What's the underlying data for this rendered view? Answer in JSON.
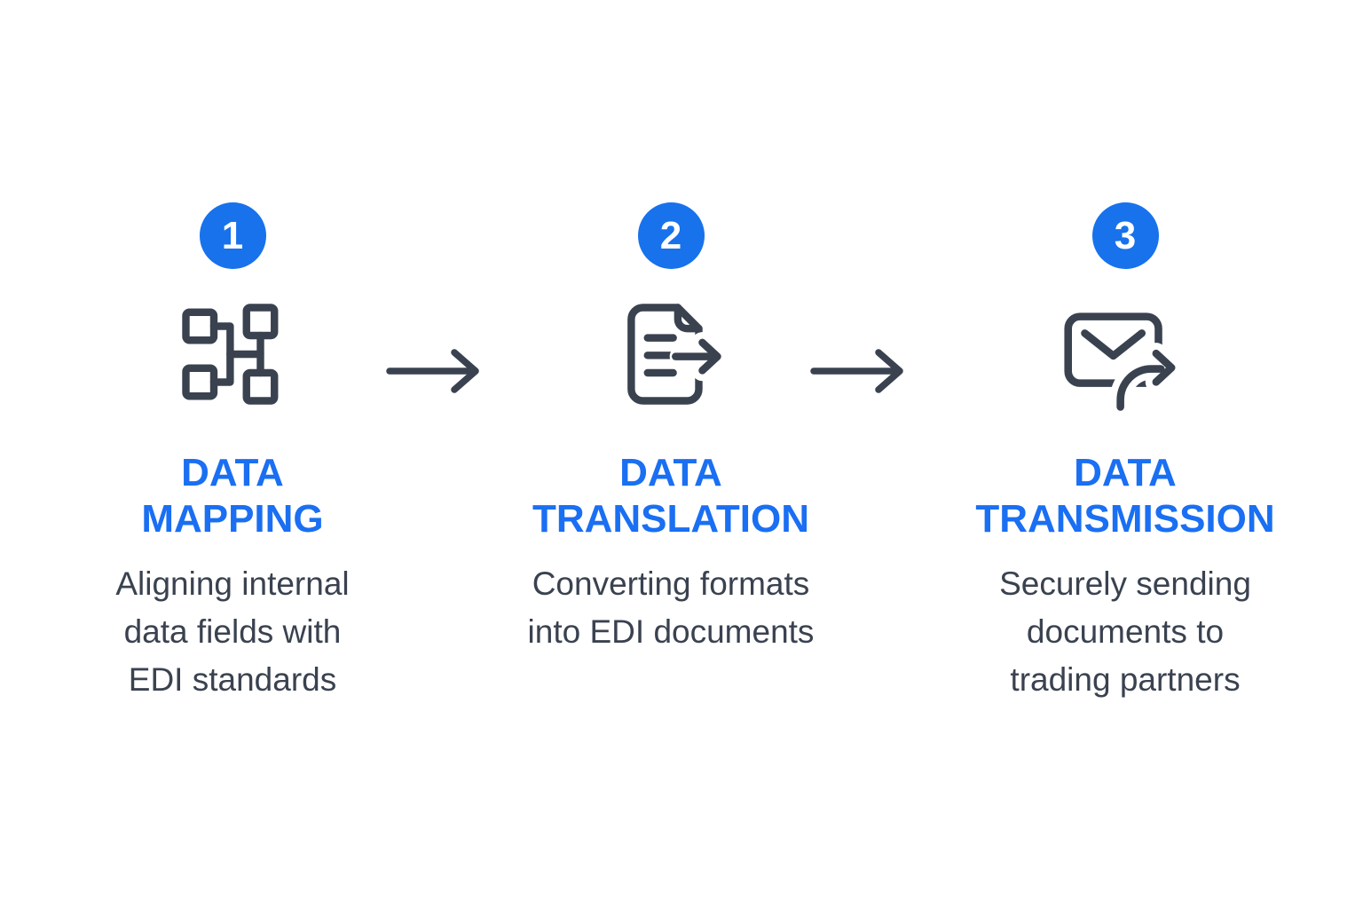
{
  "background": "#ffffff",
  "colors": {
    "accent_badge": "#1772ec",
    "accent_title": "#1a6ff2",
    "ink": "#3a4250",
    "badge_text": "#ffffff"
  },
  "steps": [
    {
      "number": "1",
      "title": "DATA\nMAPPING",
      "description": "Aligning internal\ndata fields with\nEDI standards",
      "icon": "sitemap-icon"
    },
    {
      "number": "2",
      "title": "DATA\nTRANSLATION",
      "description": "Converting formats\ninto EDI documents",
      "icon": "document-arrow-icon"
    },
    {
      "number": "3",
      "title": "DATA\nTRANSMISSION",
      "description": "Securely sending\ndocuments to\ntrading partners",
      "icon": "envelope-send-icon"
    }
  ]
}
